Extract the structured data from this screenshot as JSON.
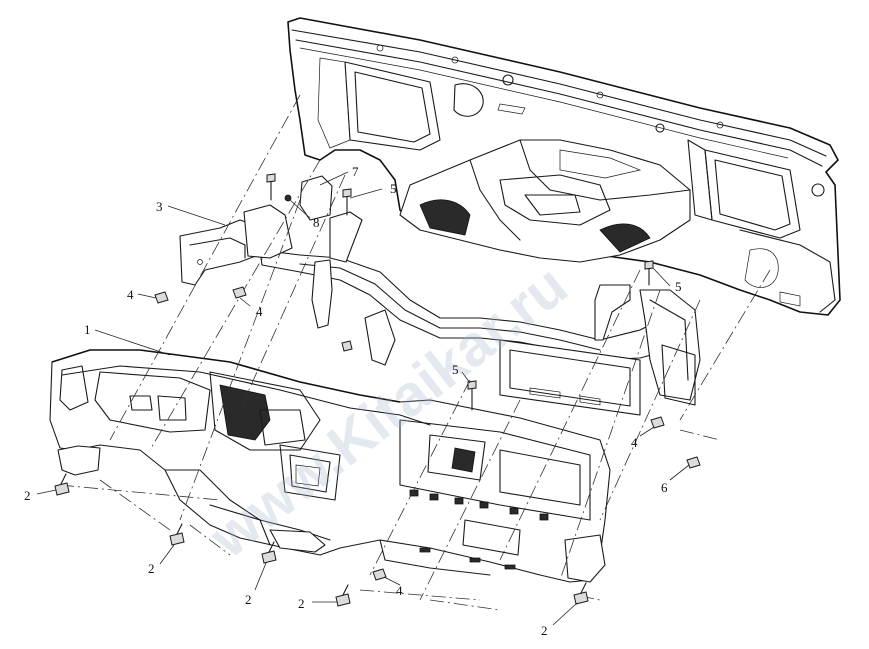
{
  "diagram": {
    "type": "exploded-assembly-drawing",
    "callouts": [
      {
        "id": "c1",
        "label": "1"
      },
      {
        "id": "c2a",
        "label": "2"
      },
      {
        "id": "c2b",
        "label": "2"
      },
      {
        "id": "c2c",
        "label": "2"
      },
      {
        "id": "c2d",
        "label": "2"
      },
      {
        "id": "c2e",
        "label": "2"
      },
      {
        "id": "c3",
        "label": "3"
      },
      {
        "id": "c4a",
        "label": "4"
      },
      {
        "id": "c4b",
        "label": "4"
      },
      {
        "id": "c4c",
        "label": "4"
      },
      {
        "id": "c4d",
        "label": "4"
      },
      {
        "id": "c5a",
        "label": "5"
      },
      {
        "id": "c5b",
        "label": "5"
      },
      {
        "id": "c5c",
        "label": "5"
      },
      {
        "id": "c6",
        "label": "6"
      },
      {
        "id": "c7",
        "label": "7"
      },
      {
        "id": "c8",
        "label": "8"
      }
    ],
    "watermark": "www.Kitaikar.ru"
  }
}
